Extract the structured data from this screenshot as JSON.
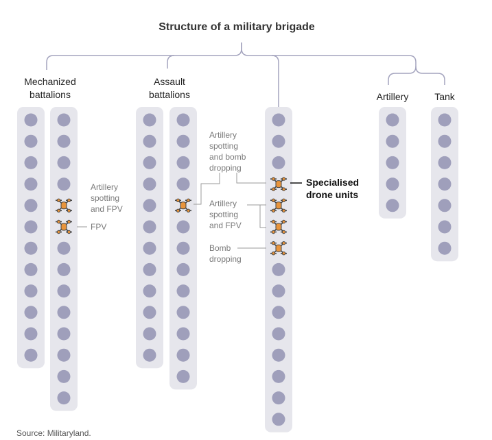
{
  "title": "Structure of a military brigade",
  "groups": {
    "mechanized": [
      "Mechanized",
      "battalions"
    ],
    "assault": [
      "Assault",
      "battalions"
    ],
    "artillery": "Artillery",
    "tank": "Tank"
  },
  "annotations": {
    "mech_artillery_fpv": [
      "Artillery",
      "spotting",
      "and FPV"
    ],
    "mech_fpv": "FPV",
    "assault_spotting_bomb": [
      "Artillery",
      "spotting",
      "and bomb",
      "dropping"
    ],
    "assault_spotting_fpv": [
      "Artillery",
      "spotting",
      "and FPV"
    ],
    "bomb_dropping": [
      "Bomb",
      "dropping"
    ],
    "specialised": [
      "Specialised",
      "drone units"
    ]
  },
  "columns": [
    {
      "id": "mech-1",
      "units": 12,
      "drones": []
    },
    {
      "id": "mech-2",
      "units": 14,
      "drones": [
        4,
        5
      ]
    },
    {
      "id": "assault-1",
      "units": 12,
      "drones": []
    },
    {
      "id": "assault-2",
      "units": 13,
      "drones": [
        4
      ]
    },
    {
      "id": "special",
      "units": 15,
      "drones": [
        3,
        4,
        5,
        6
      ]
    },
    {
      "id": "artillery-1",
      "units": 5,
      "drones": []
    },
    {
      "id": "tank-1",
      "units": 7,
      "drones": []
    }
  ],
  "colors": {
    "column_bg": "#e6e6ec",
    "unit_dot": "#9f9fbb",
    "connector": "#a4a4be",
    "drone_body": "#e8943c",
    "drone_line": "#444444",
    "leader": "#999999"
  },
  "source": "Source: Militaryland."
}
